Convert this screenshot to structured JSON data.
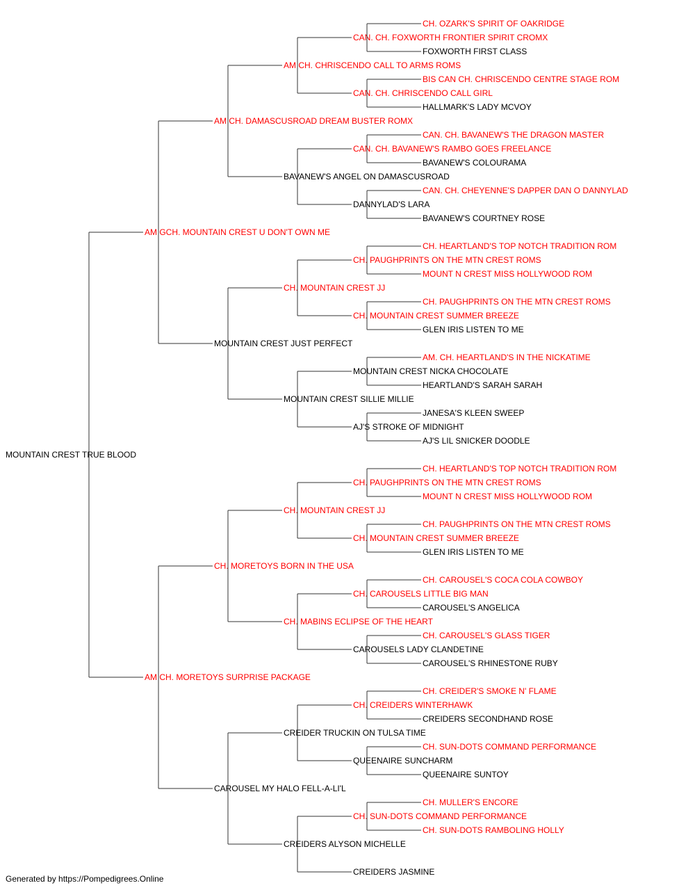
{
  "colors": {
    "champion": "#ff0000",
    "regular": "#000000",
    "line": "#333333"
  },
  "footer": "Generated by https://Pompedigrees.Online",
  "pedigree": {
    "name": "MOUNTAIN CREST TRUE BLOOD",
    "champion": false,
    "sire": {
      "name": "AM GCH. MOUNTAIN CREST U DON'T OWN ME",
      "champion": true,
      "sire": {
        "name": "AM CH. DAMASCUSROAD DREAM BUSTER ROMX",
        "champion": true,
        "sire": {
          "name": "AM CH. CHRISCENDO CALL TO ARMS ROMS",
          "champion": true,
          "sire": {
            "name": "CAN. CH. FOXWORTH FRONTIER SPIRIT CROMX",
            "champion": true,
            "sire": {
              "name": "CH. OZARK'S SPIRIT OF OAKRIDGE",
              "champion": true
            },
            "dam": {
              "name": "FOXWORTH FIRST CLASS",
              "champion": false
            }
          },
          "dam": {
            "name": "CAN. CH. CHRISCENDO CALL GIRL",
            "champion": true,
            "sire": {
              "name": "BIS CAN CH. CHRISCENDO CENTRE STAGE ROM",
              "champion": true
            },
            "dam": {
              "name": "HALLMARK'S LADY MCVOY",
              "champion": false
            }
          }
        },
        "dam": {
          "name": "BAVANEW'S ANGEL ON DAMASCUSROAD",
          "champion": false,
          "sire": {
            "name": "CAN. CH. BAVANEW'S RAMBO GOES FREELANCE",
            "champion": true,
            "sire": {
              "name": "CAN. CH. BAVANEW'S THE DRAGON MASTER",
              "champion": true
            },
            "dam": {
              "name": "BAVANEW'S COLOURAMA",
              "champion": false
            }
          },
          "dam": {
            "name": "DANNYLAD'S LARA",
            "champion": false,
            "sire": {
              "name": "CAN. CH. CHEYENNE'S DAPPER DAN O DANNYLAD",
              "champion": true
            },
            "dam": {
              "name": "BAVANEW'S COURTNEY ROSE",
              "champion": false
            }
          }
        }
      },
      "dam": {
        "name": "MOUNTAIN CREST JUST PERFECT",
        "champion": false,
        "sire": {
          "name": "CH. MOUNTAIN CREST JJ",
          "champion": true,
          "sire": {
            "name": "CH. PAUGHPRINTS ON THE MTN CREST ROMS",
            "champion": true,
            "sire": {
              "name": "CH. HEARTLAND'S TOP NOTCH TRADITION ROM",
              "champion": true
            },
            "dam": {
              "name": "MOUNT N CREST MISS HOLLYWOOD ROM",
              "champion": true
            }
          },
          "dam": {
            "name": "CH. MOUNTAIN CREST SUMMER BREEZE",
            "champion": true,
            "sire": {
              "name": "CH. PAUGHPRINTS ON THE MTN CREST ROMS",
              "champion": true
            },
            "dam": {
              "name": "GLEN IRIS LISTEN TO ME",
              "champion": false
            }
          }
        },
        "dam": {
          "name": "MOUNTAIN CREST SILLIE MILLIE",
          "champion": false,
          "sire": {
            "name": "MOUNTAIN CREST NICKA CHOCOLATE",
            "champion": false,
            "sire": {
              "name": "AM. CH. HEARTLAND'S IN THE NICKATIME",
              "champion": true
            },
            "dam": {
              "name": "HEARTLAND'S SARAH SARAH",
              "champion": false
            }
          },
          "dam": {
            "name": "AJ'S STROKE OF MIDNIGHT",
            "champion": false,
            "sire": {
              "name": "JANESA'S KLEEN SWEEP",
              "champion": false
            },
            "dam": {
              "name": "AJ'S LIL SNICKER DOODLE",
              "champion": false
            }
          }
        }
      }
    },
    "dam": {
      "name": "AM CH. MORETOYS SURPRISE PACKAGE",
      "champion": true,
      "sire": {
        "name": "CH. MORETOYS BORN IN THE USA",
        "champion": true,
        "sire": {
          "name": "CH. MOUNTAIN CREST JJ",
          "champion": true,
          "sire": {
            "name": "CH. PAUGHPRINTS ON THE MTN CREST ROMS",
            "champion": true,
            "sire": {
              "name": "CH. HEARTLAND'S TOP NOTCH TRADITION ROM",
              "champion": true
            },
            "dam": {
              "name": "MOUNT N CREST MISS HOLLYWOOD ROM",
              "champion": true
            }
          },
          "dam": {
            "name": "CH. MOUNTAIN CREST SUMMER BREEZE",
            "champion": true,
            "sire": {
              "name": "CH. PAUGHPRINTS ON THE MTN CREST ROMS",
              "champion": true
            },
            "dam": {
              "name": "GLEN IRIS LISTEN TO ME",
              "champion": false
            }
          }
        },
        "dam": {
          "name": "CH. MABINS ECLIPSE OF THE HEART",
          "champion": true,
          "sire": {
            "name": "CH. CAROUSELS LITTLE BIG MAN",
            "champion": true,
            "sire": {
              "name": "CH. CAROUSEL'S COCA COLA COWBOY",
              "champion": true
            },
            "dam": {
              "name": "CAROUSEL'S ANGELICA",
              "champion": false
            }
          },
          "dam": {
            "name": "CAROUSELS LADY CLANDETINE",
            "champion": false,
            "sire": {
              "name": "CH. CAROUSEL'S GLASS TIGER",
              "champion": true
            },
            "dam": {
              "name": "CAROUSEL'S RHINESTONE RUBY",
              "champion": false
            }
          }
        }
      },
      "dam": {
        "name": "CAROUSEL MY HALO FELL-A-LI'L",
        "champion": false,
        "sire": {
          "name": "CREIDER TRUCKIN ON TULSA TIME",
          "champion": false,
          "sire": {
            "name": "CH. CREIDERS WINTERHAWK",
            "champion": true,
            "sire": {
              "name": "CH. CREIDER'S SMOKE N' FLAME",
              "champion": true
            },
            "dam": {
              "name": "CREIDERS SECONDHAND ROSE",
              "champion": false
            }
          },
          "dam": {
            "name": "QUEENAIRE SUNCHARM",
            "champion": false,
            "sire": {
              "name": "CH. SUN-DOTS COMMAND PERFORMANCE",
              "champion": true
            },
            "dam": {
              "name": "QUEENAIRE SUNTOY",
              "champion": false
            }
          }
        },
        "dam": {
          "name": "CREIDERS ALYSON MICHELLE",
          "champion": false,
          "sire": {
            "name": "CH. SUN-DOTS COMMAND PERFORMANCE",
            "champion": true,
            "sire": {
              "name": "CH. MULLER'S ENCORE",
              "champion": true
            },
            "dam": {
              "name": "CH. SUN-DOTS RAMBOLING HOLLY",
              "champion": true
            }
          },
          "dam": {
            "name": "CREIDERS JASMINE",
            "champion": false
          }
        }
      }
    }
  }
}
